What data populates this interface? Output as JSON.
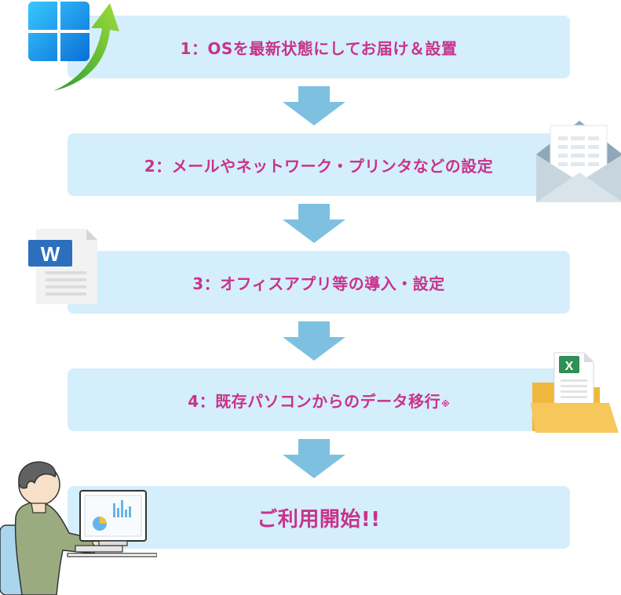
{
  "colors": {
    "box_bg": "#d4eefc",
    "text": "#c8338b",
    "arrow": "#7ec0e0"
  },
  "steps": [
    {
      "label": "1：OSを最新状態にしてお届け＆設置"
    },
    {
      "label": "2：メールやネットワーク・プリンタなどの設定"
    },
    {
      "label": "3：オフィスアプリ等の導入・設定"
    },
    {
      "label": "4：既存パソコンからのデータ移行",
      "note": "※"
    }
  ],
  "final": {
    "label": "ご利用開始!!"
  },
  "icons": {
    "windows": "windows-upgrade-icon",
    "mail": "envelope-icon",
    "word": "word-document-icon",
    "excel": "excel-folder-icon",
    "person": "person-at-computer-illustration",
    "word_letter": "W",
    "excel_letter": "X"
  }
}
